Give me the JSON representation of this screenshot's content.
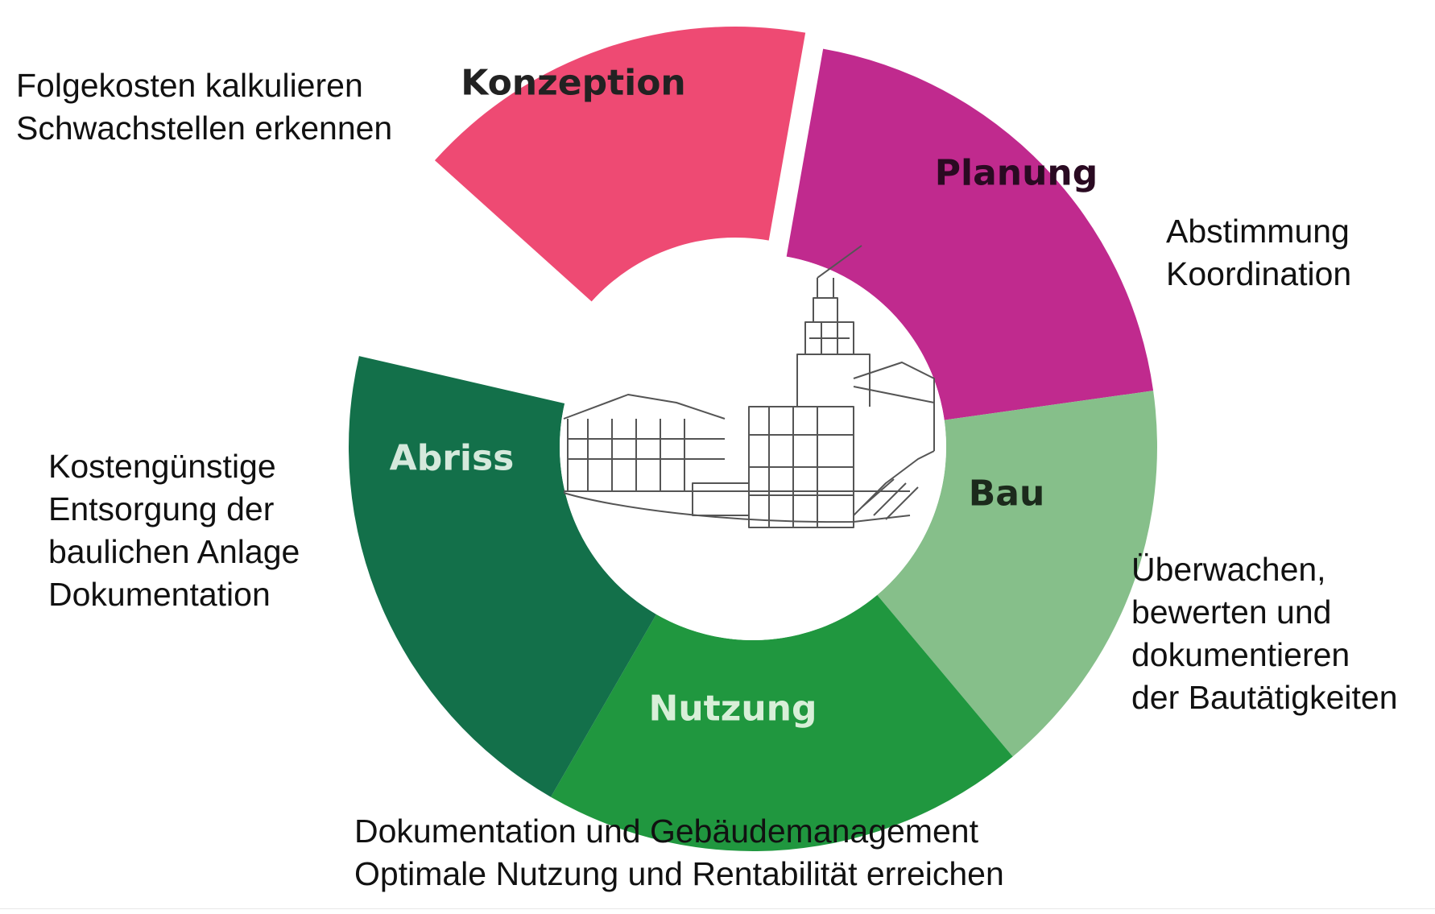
{
  "cycle": {
    "segments": [
      {
        "id": "konzeption",
        "label": "Konzeption",
        "color": "#EE4A73",
        "text_color": "#222222"
      },
      {
        "id": "planung",
        "label": "Planung",
        "color": "#C02A8E",
        "text_color": "#2a0a22"
      },
      {
        "id": "bau",
        "label": "Bau",
        "color": "#86BF8A",
        "text_color": "#1c2a1c"
      },
      {
        "id": "nutzung",
        "label": "Nutzung",
        "color": "#20973F",
        "text_color": "#d8efd8"
      },
      {
        "id": "abriss",
        "label": "Abriss",
        "color": "#13704A",
        "text_color": "#d5e9dc"
      }
    ]
  },
  "notes": {
    "konzeption": [
      "Folgekosten kalkulieren",
      "Schwachstellen erkennen"
    ],
    "planung": [
      "Abstimmung",
      "Koordination"
    ],
    "bau": [
      "Überwachen,",
      "bewerten und",
      "dokumentieren",
      "der Bautätigkeiten"
    ],
    "nutzung": [
      "Dokumentation und Gebäudemanagement",
      "Optimale Nutzung und Rentabilität erreichen"
    ],
    "abriss": [
      "Kostengünstige",
      "Entsorgung der",
      "baulichen Anlage",
      "Dokumentation"
    ]
  },
  "icons": {
    "center": "building-sketch-icon"
  }
}
